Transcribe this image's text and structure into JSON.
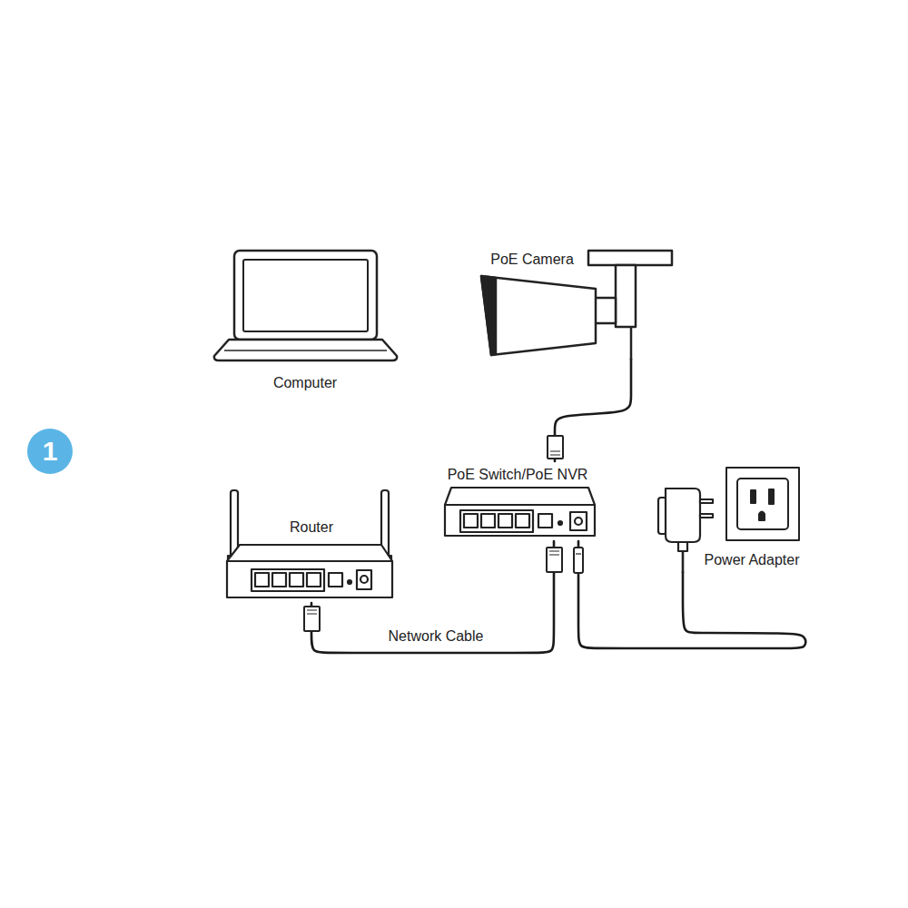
{
  "diagram": {
    "nodes": [
      {
        "text": [
          "Computer"
        ]
      },
      {
        "text": [
          "PoE Camera"
        ]
      },
      {
        "text": [
          "1"
        ]
      },
      {
        "text": [
          "PoE Switch/PoE NVR"
        ]
      },
      {
        "text": [
          "Router"
        ]
      },
      {
        "text": [
          "Power Adapter"
        ]
      }
    ],
    "edges": [
      {
        "from": 1,
        "to": 3,
        "arrow": "none"
      },
      {
        "from": 4,
        "to": 3,
        "label": "Network Cable",
        "arrow": "none"
      },
      {
        "from": 3,
        "to": 5,
        "arrow": "none"
      }
    ]
  }
}
